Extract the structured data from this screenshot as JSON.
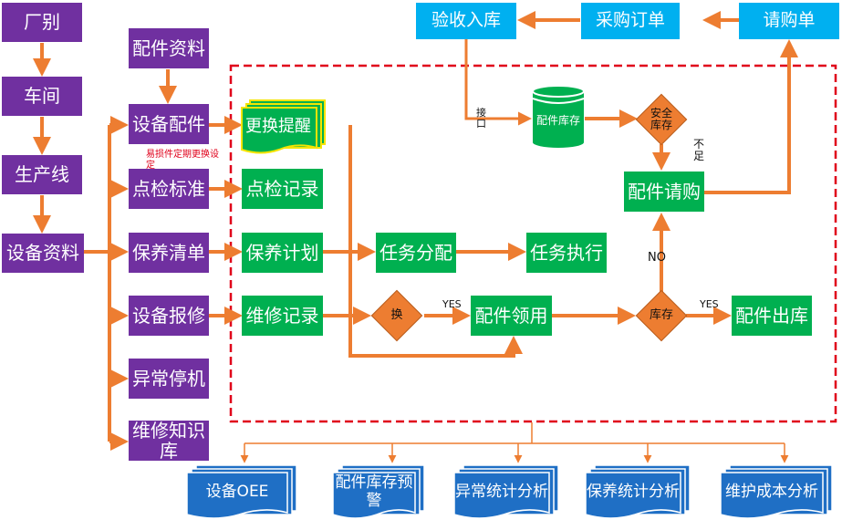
{
  "left_column": {
    "factory": "厂别",
    "workshop": "车间",
    "production_line": "生产线",
    "equipment_data": "设备资料"
  },
  "category_column": {
    "parts_data": "配件资料",
    "equipment_parts": "设备配件",
    "inspection_standard": "点检标准",
    "maintenance_list": "保养清单",
    "equipment_repair_report": "设备报修",
    "abnormal_shutdown": "异常停机",
    "repair_knowledge_base": "维修知识库"
  },
  "note": "易损件定期更换设定",
  "process": {
    "replace_reminder": "更换提醒",
    "inspection_record": "点检记录",
    "maintenance_plan": "保养计划",
    "repair_record": "维修记录",
    "task_assignment": "任务分配",
    "task_execution": "任务执行",
    "parts_requisition": "配件领用",
    "parts_purchase_request": "配件请购",
    "parts_outbound": "配件出库",
    "parts_inventory": "配件库存"
  },
  "decisions": {
    "replace": "换",
    "stock": "库存",
    "safety_stock": "安全库存"
  },
  "edge_labels": {
    "interface": "接口",
    "insufficient": "不足",
    "yes": "YES",
    "no": "NO"
  },
  "procurement": {
    "inspection_storage": "验收入库",
    "purchase_order": "采购订单",
    "purchase_request": "请购单"
  },
  "reports": {
    "equipment_oee": "设备OEE",
    "inventory_warning": "配件库存预警",
    "abnormal_statistics": "异常统计分析",
    "maintenance_statistics": "保养统计分析",
    "maintenance_cost": "维护成本分析"
  },
  "colors": {
    "purple": "#7030a0",
    "green": "#00b050",
    "blue": "#00b0f0",
    "orange": "#ed7d31",
    "dashed_red": "#e0001a",
    "report_blue": "#1f6fc5"
  }
}
